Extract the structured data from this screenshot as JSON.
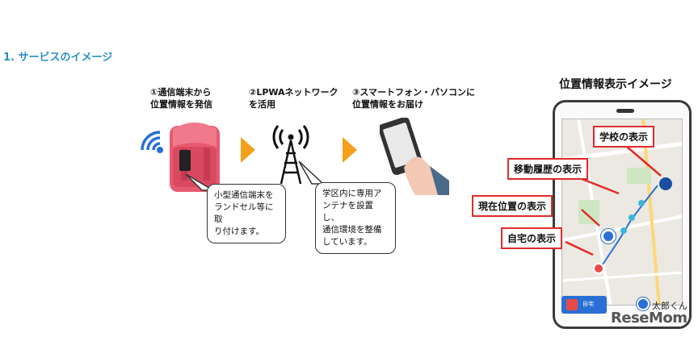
{
  "section_title": "1. サービスのイメージ",
  "steps": [
    {
      "label": "①通信端末から\n 位置情報を発信"
    },
    {
      "label": "②LPWAネットワーク\n を活用"
    },
    {
      "label": "③スマートフォン・パソコンに\n 位置情報をお届け"
    }
  ],
  "bubbles": [
    {
      "text": "小型通信端末を\nランドセル等に取\nり付けます。"
    },
    {
      "text": "学区内に専用ア\nンテナを設置し、\n通信環境を整備\nしています。"
    }
  ],
  "phone": {
    "title": "位置情報表示イメージ",
    "home_button": "自宅",
    "child_name": "太郎くん"
  },
  "callouts": {
    "school": "学校の表示",
    "history": "移動履歴の表示",
    "current": "現在位置の表示",
    "home": "自宅の表示"
  },
  "colors": {
    "accent_blue": "#2a8fc4",
    "arrow_orange": "#f5a01a",
    "callout_red": "#e02b2b",
    "backpack_red": "#e85a70"
  },
  "watermark": "ReseMom"
}
